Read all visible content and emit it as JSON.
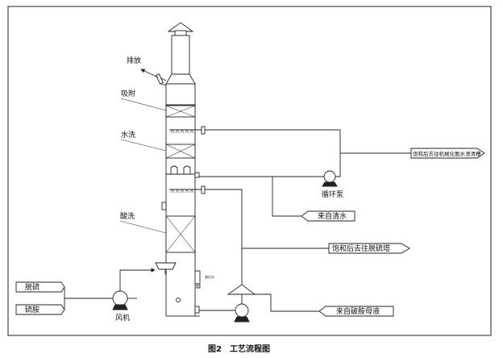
{
  "labels": {
    "exhaust": "排放",
    "adsorption": "吸附",
    "water_wash": "水洗",
    "acid_wash": "酸洗",
    "circ_pump": "循环泵",
    "fan": "风机",
    "desulfur_in": "脱硫",
    "ammonium_sulfate_in": "硫胺",
    "clean_water_in": "来自清水",
    "to_desulfur_tower": "饱和后去往脱硫塔",
    "from_mother_liquor": "来自破胺母液",
    "to_mech_clarifier": "饱和后去往机械化氨水澄清槽",
    "level_meter": "液位计"
  },
  "caption": "图2　工艺流程图"
}
